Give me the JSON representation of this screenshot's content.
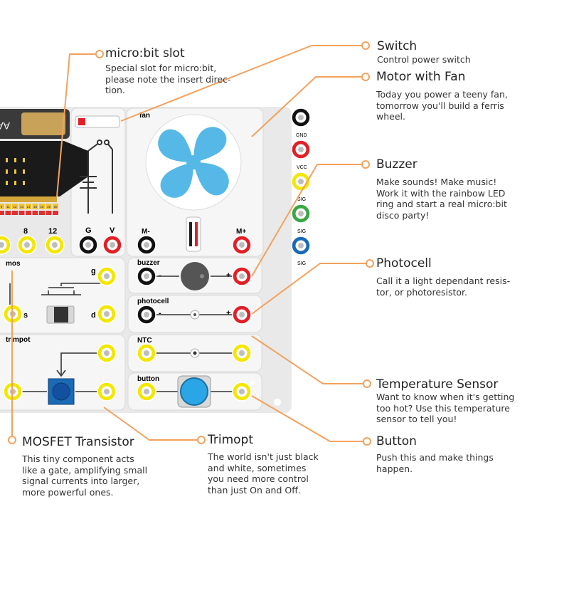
{
  "callouts": {
    "microbit_slot": {
      "title": "micro:bit slot",
      "desc": [
        "Special slot for micro:bit,",
        "please note the insert direc-",
        "tion."
      ]
    },
    "switch": {
      "title": "Switch",
      "desc": [
        "Control power switch"
      ]
    },
    "motor_fan": {
      "title": "Motor with Fan",
      "desc": [
        "Today you power a teeny fan,",
        "tomorrow you'll build a ferris",
        "wheel."
      ]
    },
    "buzzer": {
      "title": "Buzzer",
      "desc": [
        "Make sounds! Make music!",
        "Work it with the rainbow LED",
        "ring and start a real micro:bit",
        "disco party!"
      ]
    },
    "photocell": {
      "title": "Photocell",
      "desc": [
        "Call it a light dependant resis-",
        "tor, or photoresistor."
      ]
    },
    "temperature": {
      "title": "Temperature Sensor",
      "desc": [
        "Want to know when it's getting",
        "too hot? Use this temperature",
        "sensor to tell you!"
      ]
    },
    "button": {
      "title": "Button",
      "desc": [
        "Push this and make things",
        "happen."
      ]
    },
    "mosfet": {
      "title": "MOSFET Transistor",
      "desc": [
        "This tiny component acts",
        "like a gate, amplifying small",
        "signal currents into larger,",
        "more powerful ones."
      ]
    },
    "trimopt": {
      "title": "Trimopt",
      "desc": [
        "The world isn't just black",
        "and white, sometimes",
        "you need more control",
        "than just On and Off."
      ]
    }
  },
  "board_labels": {
    "fan": "fan",
    "gnd": "GND",
    "vcc": "VCC",
    "sig1": "SIG",
    "sig2": "SIG",
    "sig3": "SIG",
    "m_minus": "M-",
    "m_plus": "M+",
    "g": "G",
    "v": "V",
    "pin8": "8",
    "pin12": "12",
    "mos": "mos",
    "mos_g": "g",
    "mos_s": "s",
    "mos_d": "d",
    "trimpot": "trimpot",
    "buzzer": "buzzer",
    "photocell": "photocell",
    "ntc": "NTC",
    "button": "button",
    "minus": "-",
    "plus": "+",
    "battery": "AA",
    "pins": [
      "9",
      "11",
      "12",
      "13",
      "14",
      "15",
      "16",
      "19",
      "20"
    ]
  },
  "colors": {
    "leader": "#f4a15d",
    "board": "#e9e9e9",
    "panel": "#f6f6f6",
    "fan": "#55b8e6",
    "yellow": "#f3e600",
    "red": "#e21f26",
    "green": "#3aa744",
    "blue": "#1b6ab6"
  }
}
